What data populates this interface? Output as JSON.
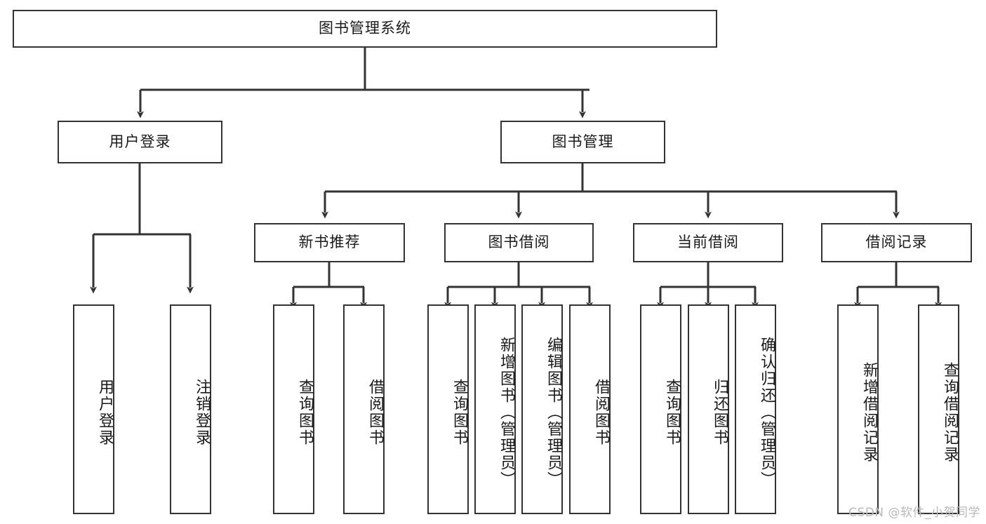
{
  "diagram": {
    "title": "图书管理系统",
    "type": "hierarchy-tree",
    "root": {
      "id": "root",
      "label": "图书管理系统"
    },
    "level2": [
      {
        "id": "login",
        "label": "用户登录"
      },
      {
        "id": "bookmgmt",
        "label": "图书管理"
      }
    ],
    "level3": [
      {
        "id": "newbook",
        "label": "新书推荐",
        "parent": "bookmgmt"
      },
      {
        "id": "borrow",
        "label": "图书借阅",
        "parent": "bookmgmt"
      },
      {
        "id": "current",
        "label": "当前借阅",
        "parent": "bookmgmt"
      },
      {
        "id": "records",
        "label": "借阅记录",
        "parent": "bookmgmt"
      }
    ],
    "leaves": [
      {
        "id": "leaf1",
        "label": "用户登录",
        "parent": "login"
      },
      {
        "id": "leaf2",
        "label": "注销登录",
        "parent": "login"
      },
      {
        "id": "leaf3",
        "label": "查询图书",
        "parent": "newbook"
      },
      {
        "id": "leaf4",
        "label": "借阅图书",
        "parent": "newbook"
      },
      {
        "id": "leaf5",
        "label": "查询图书",
        "parent": "borrow"
      },
      {
        "id": "leaf6",
        "label": "新增图书（管理员）",
        "parent": "borrow"
      },
      {
        "id": "leaf7",
        "label": "编辑图书（管理员）",
        "parent": "borrow"
      },
      {
        "id": "leaf8",
        "label": "借阅图书",
        "parent": "borrow"
      },
      {
        "id": "leaf9",
        "label": "查询图书",
        "parent": "current"
      },
      {
        "id": "leaf10",
        "label": "归还图书",
        "parent": "current"
      },
      {
        "id": "leaf11",
        "label": "确认归还（管理员）",
        "parent": "current"
      },
      {
        "id": "leaf12",
        "label": "新增借阅记录",
        "parent": "records"
      },
      {
        "id": "leaf13",
        "label": "查询借阅记录",
        "parent": "records"
      }
    ],
    "colors": {
      "stroke": "#333333",
      "fill": "#ffffff",
      "text": "#1a1a1a",
      "watermark": "#b9b9b9"
    }
  },
  "watermark": {
    "text": "CSDN @软件_小贺同学"
  }
}
